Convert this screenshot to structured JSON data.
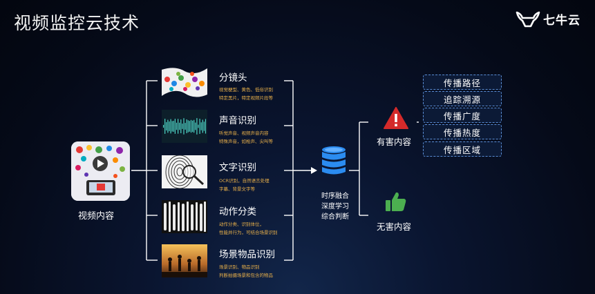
{
  "title": "视频监控云技术",
  "logo": {
    "text": "七牛云",
    "icon": "qiniu-bull-icon"
  },
  "source": {
    "label": "视频内容",
    "icon": "video-app-icon"
  },
  "categories": [
    {
      "title": "分镜头",
      "desc1": "视觉梗型、黄色、低俗识别",
      "desc2": "特定黑片，特定视频片段等",
      "icon": "collage-thumbnail"
    },
    {
      "title": "声音识别",
      "desc1": "听觉声音、视频声音内容",
      "desc2": "特殊声音，如枪声、尖叫等",
      "icon": "waveform-thumbnail"
    },
    {
      "title": "文字识别",
      "desc1": "OCR识别，自然语言处理",
      "desc2": "字幕、背景文字等",
      "icon": "fingerprint-thumbnail"
    },
    {
      "title": "动作分类",
      "desc1": "动作分类、识别体位，",
      "desc2": "性能并行为，可结合场景识别",
      "icon": "motion-thumbnail"
    },
    {
      "title": "场景物品识别",
      "desc1": "场景识别、物品识别",
      "desc2": "判断拍摄场景和包含的物品",
      "icon": "scene-thumbnail"
    }
  ],
  "fusion": {
    "line1": "时序融合",
    "line2": "深度学习",
    "line3": "综合判断",
    "icon": "database-icon"
  },
  "outcomes": {
    "harmful": {
      "label": "有害内容",
      "icon": "warning-icon",
      "color": "#d42a2a"
    },
    "harmless": {
      "label": "无害内容",
      "icon": "thumbs-up-icon",
      "color": "#4caf50"
    }
  },
  "actions": [
    "传播路径",
    "追踪溯源",
    "传播广度",
    "传播热度",
    "传播区域"
  ]
}
